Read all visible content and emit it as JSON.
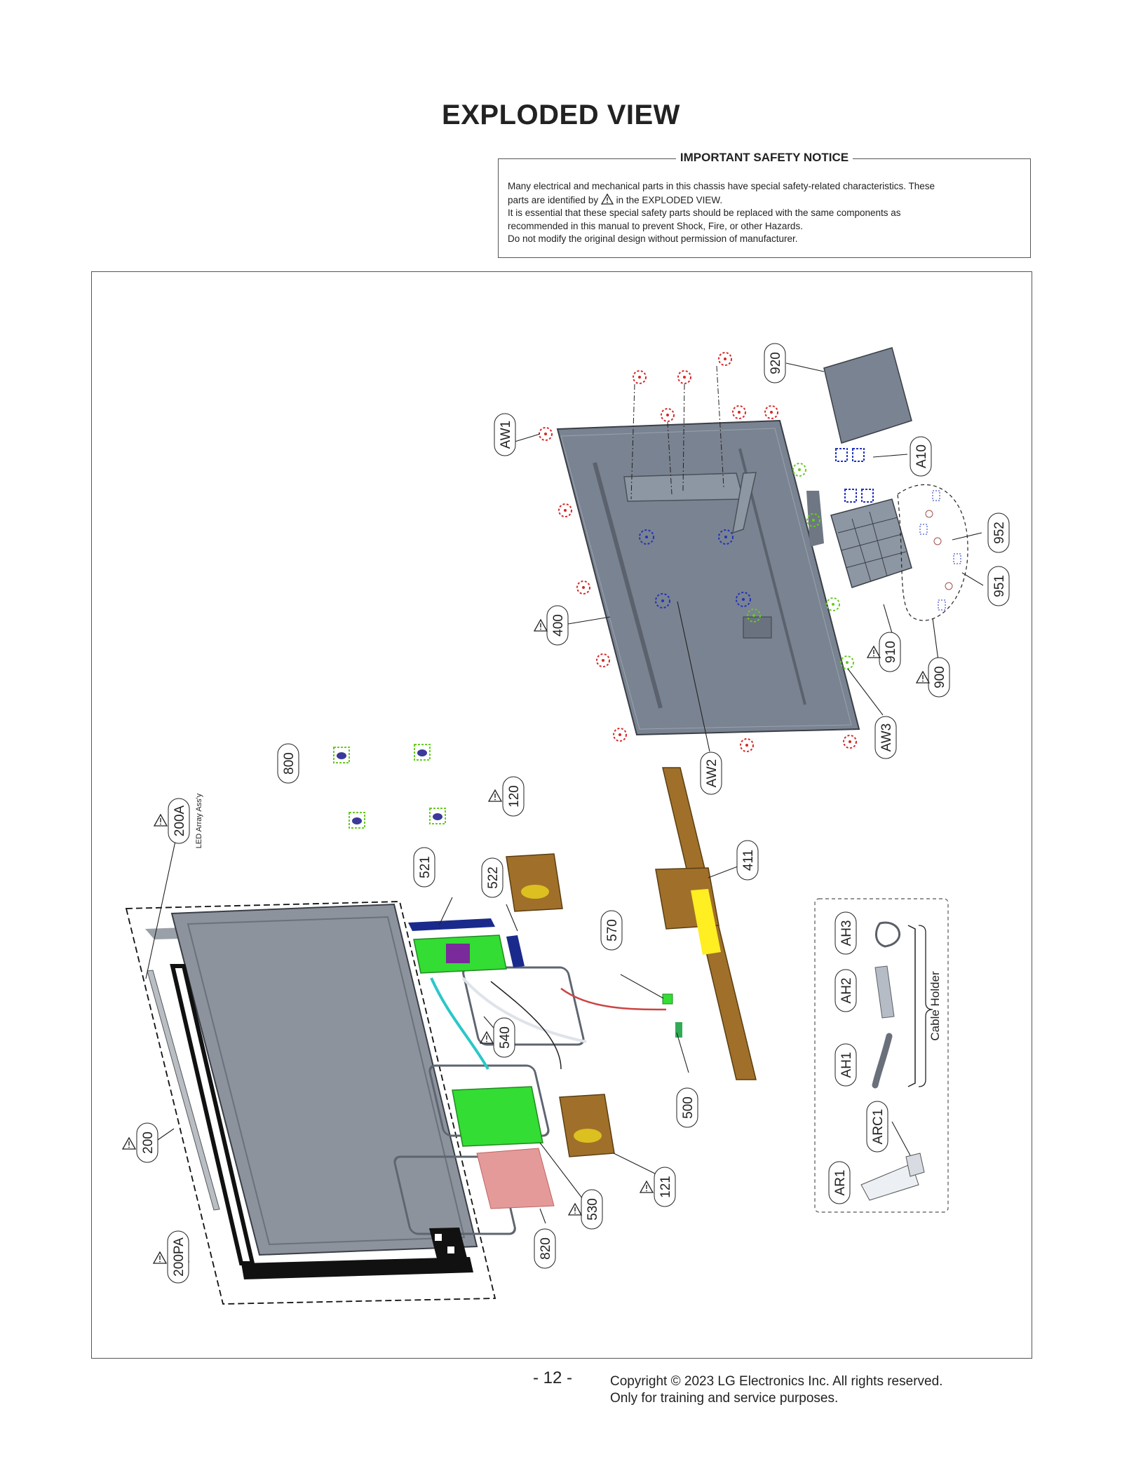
{
  "title": "EXPLODED VIEW",
  "notice": {
    "heading": "IMPORTANT SAFETY NOTICE",
    "line1": "Many electrical and mechanical parts in this chassis have special safety-related characteristics. These",
    "line2_prefix": "parts are identified by",
    "line2_suffix": "in the EXPLODED VIEW.",
    "line3": "It is essential that these special safety parts should be replaced with the same components as",
    "line4": "recommended in this manual to prevent Shock, Fire, or other Hazards.",
    "line5": "Do not modify the original design without permission of manufacturer."
  },
  "labels": {
    "l920": "920",
    "lA10": "A10",
    "l952": "952",
    "l951": "951",
    "l910": "910",
    "l900": "900",
    "lAW1": "AW1",
    "l400": "400",
    "lAW2": "AW2",
    "lAW3": "AW3",
    "l800": "800",
    "l120": "120",
    "l200A": "200A",
    "led_array": "LED Array Ass'y",
    "l521": "521",
    "l522": "522",
    "l411": "411",
    "l570": "570",
    "l540": "540",
    "l500": "500",
    "l200": "200",
    "l121": "121",
    "l530": "530",
    "l820": "820",
    "l200PA": "200PA",
    "lAH3": "AH3",
    "lAH2": "AH2",
    "lAH1": "AH1",
    "lARC1": "ARC1",
    "lAR1": "AR1",
    "cable_holder": "Cable Holder"
  },
  "footer": {
    "page": "- 12 -",
    "copyright": "Copyright © 2023 LG Electronics Inc. All rights reserved.",
    "purpose": "Only for training and service purposes."
  },
  "colors": {
    "screw_red": "#d62828",
    "screw_green": "#66cc22",
    "screw_blue": "#2233bb",
    "cover_gray": "#7a8391",
    "pcb_green": "#33dd33",
    "bracket_brown": "#a0702a",
    "film_pink": "#e59a9a",
    "connector_blue": "#1a2a8c"
  }
}
